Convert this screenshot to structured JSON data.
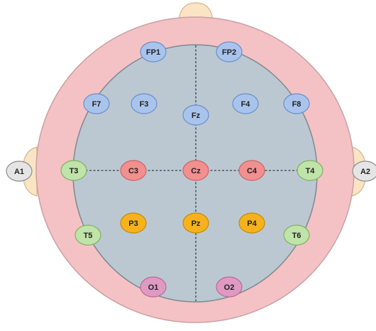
{
  "colors": {
    "head_fill": "#f4c2c4",
    "head_stroke": "#c9a0a3",
    "scalp_fill": "#bcc8d1",
    "scalp_stroke": "#7d8891",
    "ear_fill": "#fae4c3",
    "ear_stroke": "#d6b68c",
    "midline": "#3a3f45",
    "frontal": "#a9c4ec",
    "frontal_stroke": "#6b8fcb",
    "central": "#f28f8f",
    "central_stroke": "#c96767",
    "temporal": "#bfe3a8",
    "temporal_stroke": "#82b066",
    "parietal": "#f6b21c",
    "parietal_stroke": "#c68a0a",
    "occipital": "#df99c3",
    "occipital_stroke": "#b66d96",
    "reference": "#e5e5e5",
    "reference_stroke": "#8d8d8d"
  },
  "electrodes": {
    "fp1": "FP1",
    "fp2": "FP2",
    "f7": "F7",
    "f3": "F3",
    "fz": "Fz",
    "f4": "F4",
    "f8": "F8",
    "a1": "A1",
    "t3": "T3",
    "c3": "C3",
    "cz": "Cz",
    "c4": "C4",
    "t4": "T4",
    "a2": "A2",
    "t5": "T5",
    "p3": "P3",
    "pz": "Pz",
    "p4": "P4",
    "t6": "T6",
    "o1": "O1",
    "o2": "O2"
  }
}
